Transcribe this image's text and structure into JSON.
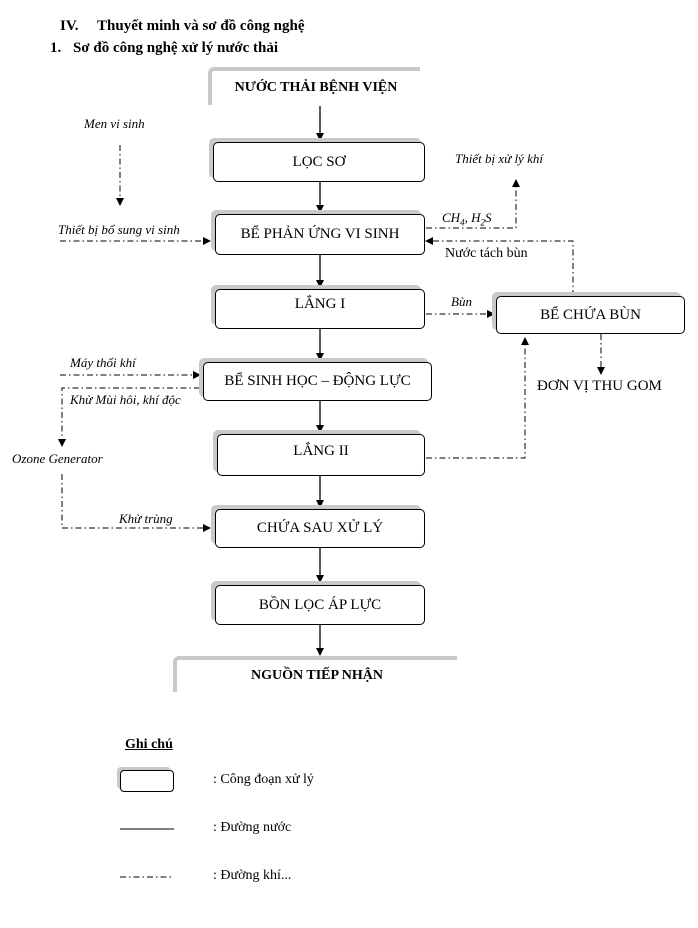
{
  "heading": {
    "section_number": "IV.",
    "section_title": "Thuyết minh và sơ đồ công nghệ",
    "sub_number": "1.",
    "sub_title": "Sơ đồ công nghệ xử lý nước thải"
  },
  "banners": {
    "source": "NƯỚC THẢI BỆNH VIỆN",
    "destination": "NGUỒN TIẾP NHẬN"
  },
  "process_boxes": {
    "loc_so": "LỌC SƠ",
    "be_phan_ung": "BỂ PHẢN ỨNG VI SINH",
    "lang_1": "LẮNG I",
    "be_sinh_hoc": "BỂ SINH HỌC – ĐỘNG LỰC",
    "lang_2": "LẮNG II",
    "chua_sau_xu_ly": "CHỨA SAU XỬ LÝ",
    "bon_loc": "BỒN LỌC ÁP LỰC",
    "be_chua_bun": "BỂ CHỨA BÙN"
  },
  "side_labels": {
    "men_vi_sinh": "Men vi sinh",
    "thiet_bi_bo_sung": "Thiết bị bổ sung vi sinh",
    "thiet_bi_xu_ly_khi": "Thiết bị xử lý khí",
    "ch4": "CH",
    "ch4_sub": "4",
    "h2s_h": ", H",
    "h2s_sub": "2",
    "h2s_s": "S",
    "nuoc_tach_bun": "Nước tách bùn",
    "bun": "Bùn",
    "don_vi_thu_gom": "ĐƠN VỊ THU GOM",
    "may_thoi_khi": "Máy thổi khí",
    "khu_mui": "Khử Mùi hôi, khí độc",
    "ozone": "Ozone Generator",
    "khu_trung": "Khử trùng"
  },
  "legend": {
    "title": "Ghi chú",
    "process": ": Công đoạn xử lý",
    "water": ": Đường nước",
    "gas": ": Đường khí..."
  }
}
